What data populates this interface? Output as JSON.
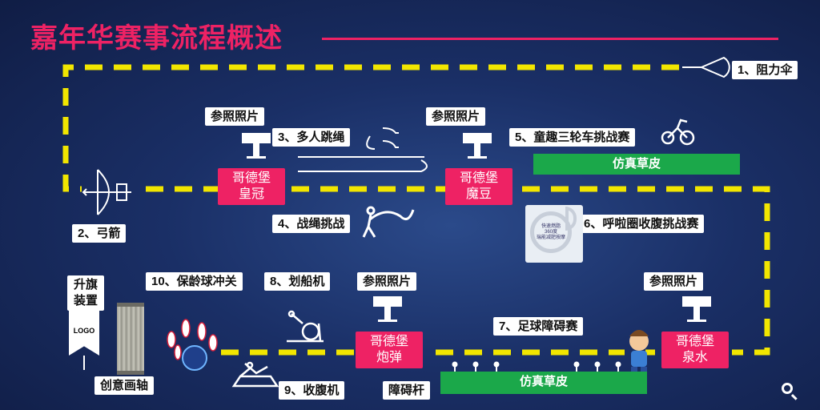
{
  "header": {
    "title": "嘉年华赛事流程概述"
  },
  "stations": {
    "s1": "1、阻力伞",
    "s2": "2、弓箭",
    "s3": "3、多人跳绳",
    "s4": "4、战绳挑战",
    "s5": "5、童趣三轮车挑战赛",
    "s6": "6、呼啦圈收腹挑战赛",
    "s7": "7、足球障碍赛",
    "s8": "8、划船机",
    "s9": "9、收腹机",
    "s10": "10、保龄球冲关"
  },
  "reference_photo": "参照照片",
  "checkpoints": {
    "crown": [
      "哥德堡",
      "皇冠"
    ],
    "bean": [
      "哥德堡",
      "魔豆"
    ],
    "cannon": [
      "哥德堡",
      "炮弹"
    ],
    "fountain": [
      "哥德堡",
      "泉水"
    ]
  },
  "turf_top": "仿真草皮",
  "turf_bottom": "仿真草皮",
  "obstacle_pole": "障碍杆",
  "flag_ceremony": [
    "升旗",
    "装置"
  ],
  "flag_logo": "LOGO",
  "scroll_label": "创意画轴",
  "hula_box_text": [
    "快速燃脂",
    "360度",
    "瑞能减肥按摩"
  ],
  "colors": {
    "accent": "#ee2264",
    "path": "#f2e600",
    "grass": "#1ba84a"
  }
}
